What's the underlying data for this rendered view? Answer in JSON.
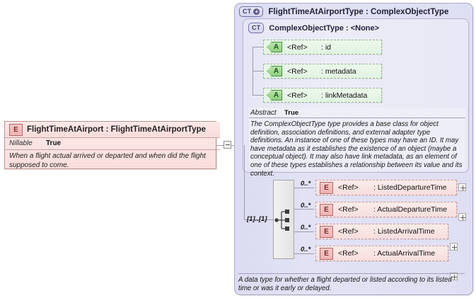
{
  "left_element": {
    "badge": "E",
    "title": "FlightTimeAtAirport : FlightTimeAtAirportType",
    "property_name": "Nillable",
    "property_value": "True",
    "documentation": "When a flight actual arrived or departed and when did the flight supposed to come."
  },
  "connector": {
    "collapse_icon": "minus-icon"
  },
  "type_panel": {
    "badge": "CT",
    "badge_expand": "+",
    "title": "FlightTimeAtAirportType : ComplexObjectType",
    "inner": {
      "badge": "CT",
      "title": "ComplexObjectType : <None>",
      "attributes": [
        {
          "badge": "A",
          "ref": "<Ref>",
          "name": ": id"
        },
        {
          "badge": "A",
          "ref": "<Ref>",
          "name": ": metadata"
        },
        {
          "badge": "A",
          "ref": "<Ref>",
          "name": ": linkMetadata"
        }
      ],
      "abstract_label": "Abstract",
      "abstract_value": "True",
      "documentation": "The ComplexObjectType type provides a base class for object definition, association definitions, and external adapter type definitions. An instance of one of these types may have an ID. It may have metadata as it establishes the existence of an object (maybe a conceptual object). It may also have link metadata, as an element of one of these types establishes a relationship between its value and its context."
    },
    "compositor": {
      "icon": "sequence-icon",
      "cardinality": "[1]..[1]"
    },
    "elements": [
      {
        "badge": "E",
        "ref": "<Ref>",
        "name": ": ListedDepartureTime",
        "cardinality": "0..*",
        "expand": "+"
      },
      {
        "badge": "E",
        "ref": "<Ref>",
        "name": ": ActualDepartureTime",
        "cardinality": "0..*",
        "expand": "+"
      },
      {
        "badge": "E",
        "ref": "<Ref>",
        "name": ": ListedArrivalTime",
        "cardinality": "0..*",
        "expand": "+"
      },
      {
        "badge": "E",
        "ref": "<Ref>",
        "name": ": ActualArrivalTime",
        "cardinality": "0..*",
        "expand": "+"
      }
    ],
    "documentation": "A data type for whether a flight departed or listed according to its listed time or was it early or delayed."
  },
  "colors": {
    "element_fill": "#f9dedd",
    "element_border": "#c08f8f",
    "type_fill": "#dfdff3",
    "type_border": "#a9a9c6",
    "attribute_fill": "#e2f3e1",
    "attribute_border": "#8fb98f",
    "connector": "#9b9bb0"
  }
}
